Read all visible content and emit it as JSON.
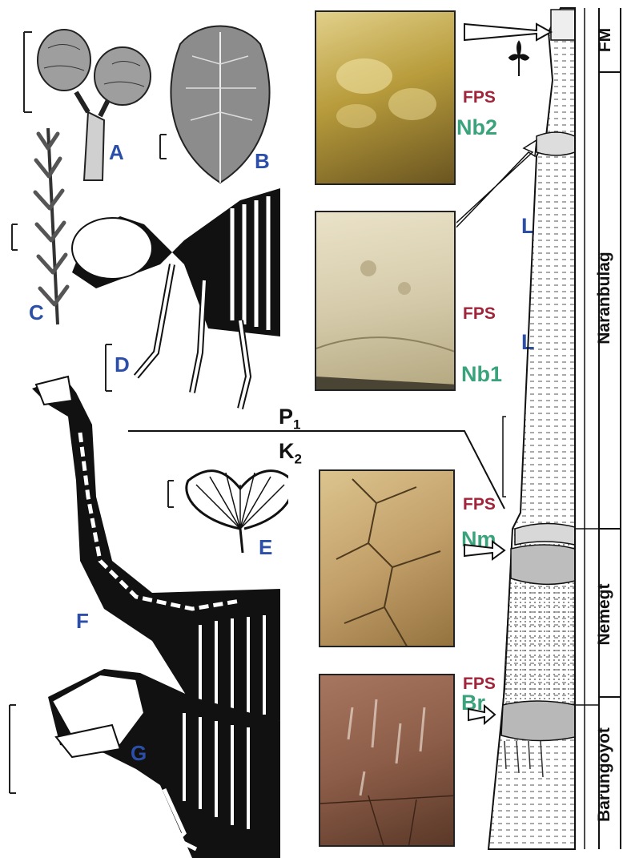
{
  "specimens": {
    "A": "A",
    "B": "B",
    "C": "C",
    "D": "D",
    "E": "E",
    "F": "F",
    "G": "G"
  },
  "photos": {
    "nb2": {
      "code": "Nb2",
      "tag": "FPS",
      "color_top": "#d8c47a",
      "color_bottom": "#6b5a1e"
    },
    "nb1": {
      "code": "Nb1",
      "tag": "FPS",
      "color_top": "#e6dcc0",
      "color_bottom": "#b8ac88"
    },
    "nm": {
      "code": "Nm",
      "tag": "FPS",
      "color_top": "#cdb17c",
      "color_bottom": "#8a6c3c"
    },
    "br": {
      "code": "Br",
      "tag": "FPS",
      "color_top": "#9c6b4e",
      "color_bottom": "#5e3b2a"
    }
  },
  "lithology_markers": {
    "upper_L": "L",
    "lower_L": "L"
  },
  "boundary": {
    "above": "P",
    "above_sub": "1",
    "below": "K",
    "below_sub": "2"
  },
  "formations": {
    "top": "FM",
    "upper": "Naranbulag",
    "middle": "Nemegt",
    "lower": "Barungoyot"
  },
  "colors": {
    "label_blue": "#2b4fa8",
    "fps_red": "#a0243a",
    "code_green": "#3aa37c"
  }
}
